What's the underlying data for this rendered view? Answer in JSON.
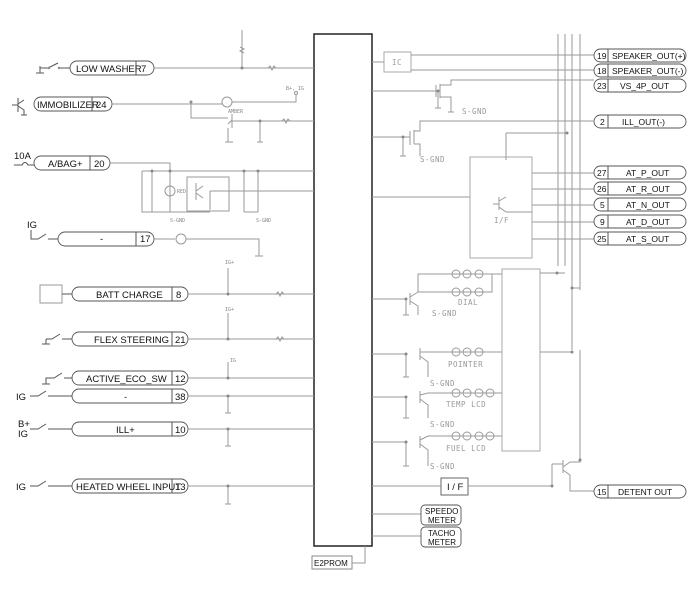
{
  "diagram": {
    "title": "Instrument Cluster Circuit",
    "main_block": {
      "bottom_label": "E2PROM"
    },
    "inputs": [
      {
        "name": "LOW WASHER",
        "pin": "7",
        "source": ""
      },
      {
        "name": "IMMOBILIZER",
        "pin": "24",
        "source": ""
      },
      {
        "name": "A/BAG+",
        "pin": "20",
        "source": "10A"
      },
      {
        "name": "-",
        "pin": "17",
        "source": "IG"
      },
      {
        "name": "BATT CHARGE",
        "pin": "8",
        "source": ""
      },
      {
        "name": "FLEX STEERING",
        "pin": "21",
        "source": ""
      },
      {
        "name": "ACTIVE_ECO_SW",
        "pin": "12",
        "source": ""
      },
      {
        "name": "-",
        "pin": "38",
        "source": "IG"
      },
      {
        "name": "ILL+",
        "pin": "10",
        "source_top": "B+",
        "source": "IG"
      },
      {
        "name": "HEATED WHEEL INPUT",
        "pin": "13",
        "source": "IG"
      }
    ],
    "outputs": [
      {
        "pin": "19",
        "name": "SPEAKER_OUT(+)"
      },
      {
        "pin": "18",
        "name": "SPEAKER_OUT(-)"
      },
      {
        "pin": "23",
        "name": "VS_4P_OUT"
      },
      {
        "pin": "2",
        "name": "ILL_OUT(-)"
      },
      {
        "pin": "27",
        "name": "AT_P_OUT"
      },
      {
        "pin": "26",
        "name": "AT_R_OUT"
      },
      {
        "pin": "5",
        "name": "AT_N_OUT"
      },
      {
        "pin": "9",
        "name": "AT_D_OUT"
      },
      {
        "pin": "25",
        "name": "AT_S_OUT"
      },
      {
        "pin": "15",
        "name": "DETENT OUT"
      }
    ],
    "annotations": {
      "amber": "AMBER",
      "red": "RED",
      "b_ig": "B+, IG",
      "ig_plus": "IG+",
      "ig": "IG",
      "s_gnd": "S-GND",
      "ic": "IC",
      "if_block": "I/F",
      "if_box": "I / F",
      "dial": "DIAL",
      "pointer": "POINTER",
      "temp_lcd": "TEMP LCD",
      "fuel_lcd": "FUEL LCD",
      "speedo_1": "SPEEDO",
      "speedo_2": "METER",
      "tacho_1": "TACHO",
      "tacho_2": "METER"
    }
  }
}
